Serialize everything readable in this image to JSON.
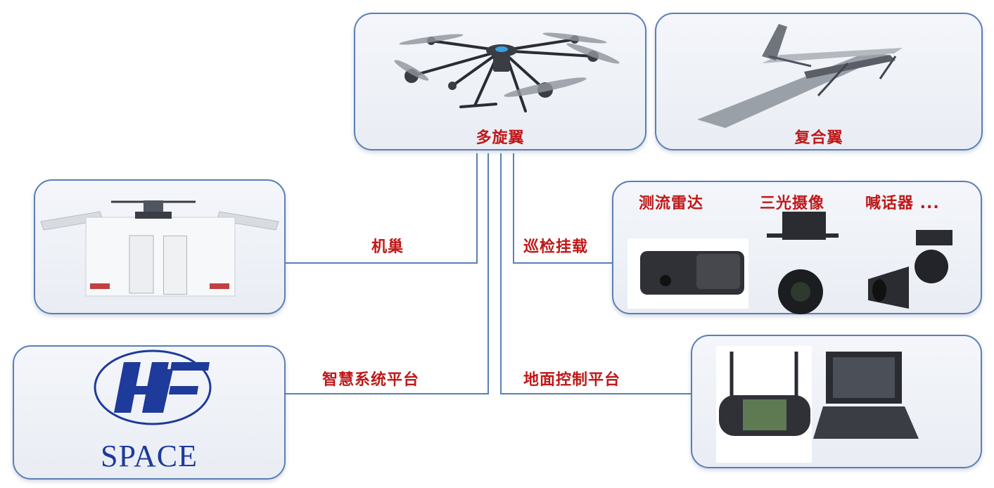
{
  "center": {
    "label": "多旋翼"
  },
  "fixed_wing": {
    "label": "复合翼"
  },
  "nest": {
    "label": "机巢"
  },
  "payload": {
    "label": "巡检挂载",
    "items": [
      "测流雷达",
      "三光摄像",
      "喊话器 ..."
    ]
  },
  "platform": {
    "label": "智慧系统平台",
    "logo_text": "SPACE"
  },
  "ground": {
    "label": "地面控制平台"
  },
  "colors": {
    "connector": "#5b7fb5",
    "label": "#c01818",
    "logo": "#1e3a9a"
  }
}
